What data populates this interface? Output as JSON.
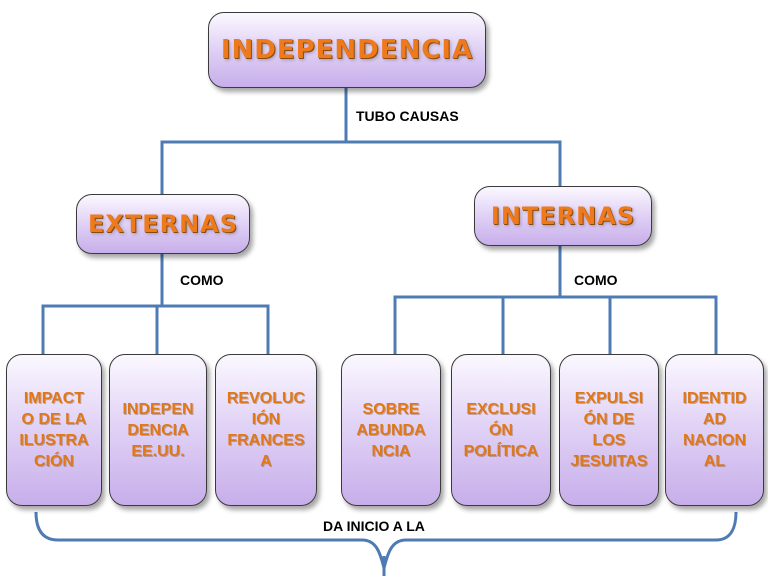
{
  "diagram": {
    "root": "INDEPENDENCIA",
    "root_link": "TUBO CAUSAS",
    "branches": [
      {
        "label": "EXTERNAS",
        "link": "COMO",
        "children": [
          "IMPACT\nO DE LA\nILUSTRA\nCIÓN",
          "INDEPEN\nDENCIA\nEE.UU.",
          "REVOLUC\nIÓN\nFRANCES\nA"
        ]
      },
      {
        "label": "INTERNAS",
        "link": "COMO",
        "children": [
          "SOBRE\nABUNDA\nNCIA",
          "EXCLUSI\nÓN\nPOLÍTICA",
          "EXPULSI\nÓN DE\nLOS\nJESUITAS",
          "IDENTID\nAD\nNACION\nAL"
        ]
      }
    ],
    "bottom_link": "DA INICIO A LA"
  },
  "colors": {
    "box_border": "#3a3a3a",
    "box_fill_top": "#fbf8ff",
    "box_fill_bottom": "#c7aeea",
    "title_text": "#ee7a1c",
    "leaf_text": "#e07818",
    "connector": "#4f7bb5"
  }
}
